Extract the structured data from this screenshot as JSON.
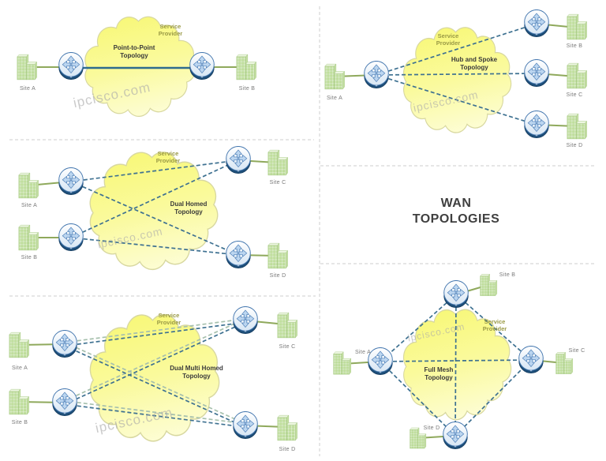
{
  "center_title": {
    "line1": "WAN",
    "line2": "TOPOLOGIES"
  },
  "watermark": "ipcisco.com",
  "service_provider": {
    "line1": "Service",
    "line2": "Provider"
  },
  "panels": {
    "point_to_point": {
      "title_line1": "Point-to-Point",
      "title_line2": "Topology",
      "site_a": "Site A",
      "site_b": "Site B"
    },
    "hub_and_spoke": {
      "title_line1": "Hub and Spoke",
      "title_line2": "Topology",
      "site_a": "Site A",
      "site_b": "Site B",
      "site_c": "Site C",
      "site_d": "Site D"
    },
    "dual_homed": {
      "title_line1": "Dual Homed",
      "title_line2": "Topology",
      "site_a": "Site A",
      "site_b": "Site B",
      "site_c": "Site C",
      "site_d": "Site D"
    },
    "dual_multi_homed": {
      "title_line1": "Dual Multi Homed",
      "title_line2": "Topology",
      "site_a": "Site A",
      "site_b": "Site B",
      "site_c": "Site C",
      "site_d": "Site D"
    },
    "full_mesh": {
      "title_line1": "Full Mesh",
      "title_line2": "Topology",
      "site_a": "Site A",
      "site_b": "Site B",
      "site_c": "Site C",
      "site_d": "Site D"
    }
  },
  "colors": {
    "cloud_fill_top": "#f9f97e",
    "cloud_fill_bottom": "#fdfdd2",
    "cloud_stroke": "#d8d8a0",
    "link_dashed": "#3e7191",
    "link_dashed_light": "#a6c0ad",
    "link_solid": "#2e6c8e",
    "site_link": "#8fa95c",
    "router_base": "#1d4e79",
    "building_fill": "#c2e09e",
    "title_text": "#3a3a3a",
    "site_label": "#7a7a7a",
    "service_provider_text": "#9a9a45",
    "watermark_text": "#ababab",
    "divider": "#cecece"
  }
}
